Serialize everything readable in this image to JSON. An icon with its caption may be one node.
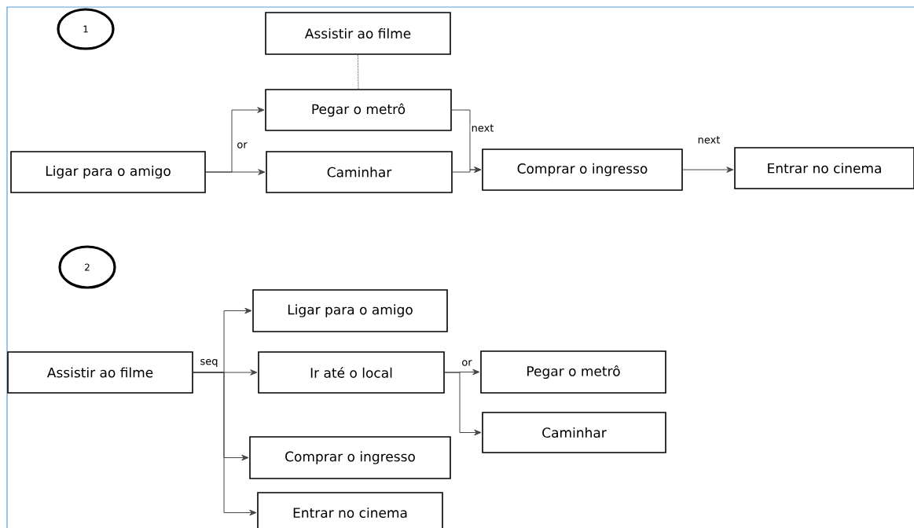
{
  "diagram": {
    "nodes": [
      {
        "text": [
          "1"
        ]
      },
      {
        "text": [
          "Assistir ao filme"
        ]
      },
      {
        "text": [
          "Pegar o metrô"
        ]
      },
      {
        "text": [
          "Ligar para o amigo"
        ]
      },
      {
        "text": [
          "Caminhar"
        ]
      },
      {
        "text": [
          "Comprar o ingresso"
        ]
      },
      {
        "text": [
          "Entrar no cinema"
        ]
      },
      {
        "text": [
          "2"
        ]
      },
      {
        "text": [
          "Assistir ao filme"
        ]
      },
      {
        "text": [
          "Ligar para o amigo"
        ]
      },
      {
        "text": [
          "Ir até o local"
        ]
      },
      {
        "text": [
          "Pegar o metrô"
        ]
      },
      {
        "text": [
          "Caminhar"
        ]
      },
      {
        "text": [
          "Comprar o ingresso"
        ]
      },
      {
        "text": [
          "Entrar no cinema"
        ]
      }
    ],
    "edges": [
      {
        "from": 1,
        "to": 2,
        "arrow": "none",
        "style": "dashed"
      },
      {
        "from": 3,
        "to": 2,
        "arrow": "to",
        "label": "or"
      },
      {
        "from": 3,
        "to": 4,
        "arrow": "to"
      },
      {
        "from": 2,
        "to": 5,
        "arrow": "to",
        "label": "next"
      },
      {
        "from": 4,
        "to": 5,
        "arrow": "to"
      },
      {
        "from": 5,
        "to": 6,
        "arrow": "to",
        "label": "next"
      },
      {
        "from": 8,
        "to": 9,
        "arrow": "to",
        "label": "seq"
      },
      {
        "from": 8,
        "to": 10,
        "arrow": "to"
      },
      {
        "from": 8,
        "to": 13,
        "arrow": "to"
      },
      {
        "from": 8,
        "to": 14,
        "arrow": "to"
      },
      {
        "from": 10,
        "to": 11,
        "arrow": "to",
        "label": "or"
      },
      {
        "from": 10,
        "to": 12,
        "arrow": "to"
      }
    ]
  }
}
